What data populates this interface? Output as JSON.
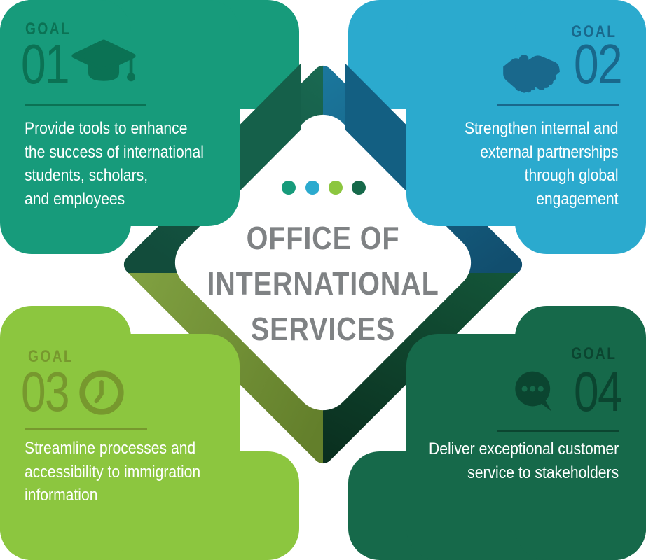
{
  "page": {
    "background": "#FFFFFF"
  },
  "center": {
    "title_lines": [
      "OFFICE OF",
      "INTERNATIONAL",
      "SERVICES"
    ],
    "title_color": "#7F8284",
    "dots": [
      {
        "name": "dot-teal",
        "color": "#179B7B"
      },
      {
        "name": "dot-blue",
        "color": "#2BAACE"
      },
      {
        "name": "dot-lime",
        "color": "#8CC63F"
      },
      {
        "name": "dot-green",
        "color": "#16694A"
      }
    ]
  },
  "diamond_colors": {
    "top_left_arm": "#15604A",
    "top_right_arm": "#14628C",
    "bottom_left_arm": "#7C9C3A",
    "bottom_right_arm": "#0F3D29"
  },
  "goals": [
    {
      "label": "GOAL",
      "number": "01",
      "icon": "graduation-cap-icon",
      "card_color": "#179B7B",
      "accent_color": "#0B7254",
      "lines": [
        "Provide tools to enhance",
        "the success of international",
        "students, scholars,",
        "and employees"
      ],
      "text": "Provide tools to enhance the success of international students, scholars, and employees"
    },
    {
      "label": "GOAL",
      "number": "02",
      "icon": "handshake-icon",
      "card_color": "#2BAACE",
      "accent_color": "#19688C",
      "lines": [
        "Strengthen internal and",
        "external partnerships",
        "through global",
        "engagement"
      ],
      "text": "Strengthen internal and external partnerships through global engagement"
    },
    {
      "label": "GOAL",
      "number": "03",
      "icon": "clock-icon",
      "card_color": "#8CC63F",
      "accent_color": "#77982E",
      "lines": [
        "Streamline processes and",
        "accessibility to immigration",
        "information"
      ],
      "text": "Streamline processes and accessibility to immigration information"
    },
    {
      "label": "GOAL",
      "number": "04",
      "icon": "chat-bubble-icon",
      "card_color": "#16694A",
      "accent_color": "#0B4530",
      "lines": [
        "Deliver exceptional customer",
        "service to stakeholders"
      ],
      "text": "Deliver exceptional customer service to stakeholders"
    }
  ]
}
